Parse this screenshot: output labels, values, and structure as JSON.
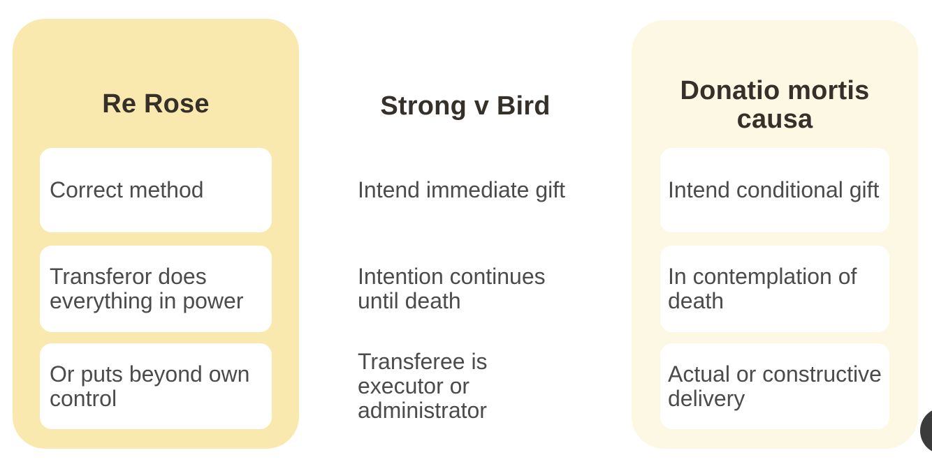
{
  "slide": {
    "columns": [
      {
        "title": "Re Rose",
        "items": [
          "Correct method",
          "Transferor does\neverything in power",
          "Or puts beyond own\ncontrol"
        ]
      },
      {
        "title": "Strong v Bird",
        "items": [
          "Intend immediate gift",
          "Intention continues\nuntil death",
          "Transferee is\nexecutor or\nadministrator"
        ]
      },
      {
        "title": "Donatio mortis causa",
        "items": [
          "Intend conditional gift",
          "In contemplation of\ndeath",
          "Actual or constructive\ndelivery"
        ]
      }
    ],
    "colors": {
      "background": "#FFFFFF",
      "panel_re_rose": "#FAE9AF",
      "panel_donatio": "#FCF8E3",
      "card": "#FFFFFF",
      "title_text": "#35302A",
      "body_text": "#4B4B4B",
      "corner_circle": "#3B3B3B"
    }
  }
}
